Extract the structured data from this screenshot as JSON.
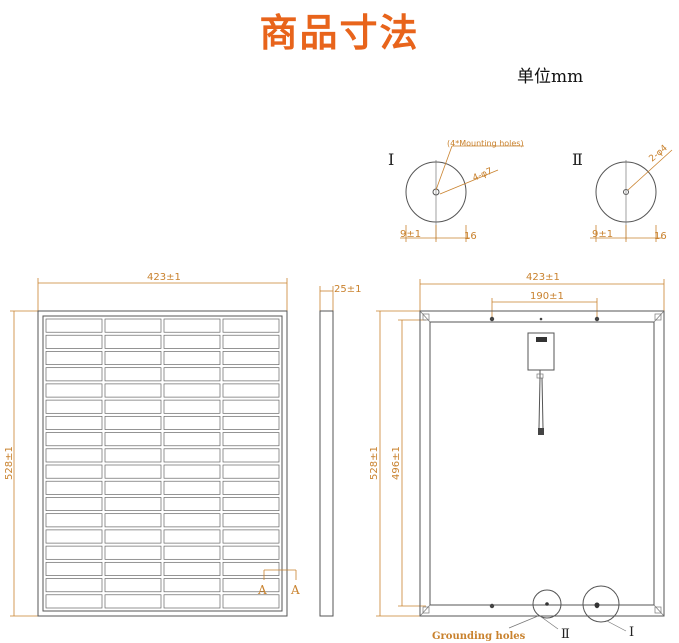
{
  "title": "商品寸法",
  "unit": "单位mm",
  "detail_one": {
    "roman": "Ⅰ",
    "callout": "(4*Mounting holes)",
    "hole_spec": "4-φ7",
    "dim_left": "9±1",
    "dim_right": "16"
  },
  "detail_two": {
    "roman": "Ⅱ",
    "hole_spec": "2-φ4",
    "dim_left": "9±1",
    "dim_right": "16"
  },
  "front_view": {
    "width_label": "423±1",
    "height_label": "528±1",
    "section_letter_left": "A",
    "section_letter_right": "A",
    "cell_columns": 4,
    "cell_rows": 18
  },
  "side_view": {
    "depth_label": "25±1"
  },
  "back_view": {
    "width_label": "423±1",
    "hole_spacing_label": "190±1",
    "outer_height_label": "528±1",
    "inner_height_label": "496±1",
    "grounding_label": "Grounding holes",
    "marker_two": "Ⅱ",
    "marker_one": "Ⅰ"
  },
  "colors": {
    "title": "#e8641b",
    "dimension": "#c9822e",
    "frame": "#555555"
  }
}
